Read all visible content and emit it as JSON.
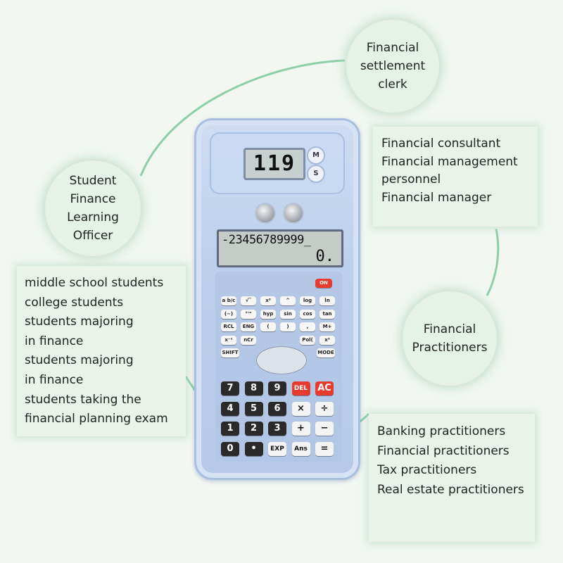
{
  "calculator": {
    "mini_display": "119",
    "mini_buttons": [
      "M",
      "S"
    ],
    "main_display_line1": "-23456789999_",
    "main_display_line2": "0.",
    "on_label": "ON",
    "small_keys": [
      [
        "a b/c",
        "√‾",
        "x²",
        "^",
        "log",
        "ln"
      ],
      [
        "(−)",
        "°'\"",
        "hyp",
        "sin",
        "cos",
        "tan"
      ],
      [
        "RCL",
        "ENG",
        "(",
        ")",
        ",",
        "M+"
      ],
      [
        "x⁻¹",
        "nCr",
        "",
        "",
        "Pol(",
        "x³"
      ],
      [
        "SHIFT",
        "",
        "",
        "",
        "",
        "MODE"
      ]
    ],
    "big_keys": [
      [
        "7",
        "8",
        "9",
        "DEL",
        "AC"
      ],
      [
        "4",
        "5",
        "6",
        "×",
        "÷"
      ],
      [
        "1",
        "2",
        "3",
        "+",
        "−"
      ],
      [
        "0",
        "•",
        "EXP",
        "Ans",
        "="
      ]
    ]
  },
  "labels": {
    "top_circle": [
      "Financial",
      "settlement",
      "clerk"
    ],
    "left_circle": [
      "Student",
      "Finance",
      "Learning",
      "Officer"
    ],
    "right_circle": [
      "Financial",
      "Practitioners"
    ],
    "top_right_box": [
      "Financial consultant",
      "Financial management",
      "personnel",
      "Financial manager"
    ],
    "left_box": [
      "middle school students",
      "college students",
      "students majoring",
      "in finance",
      "students majoring",
      "in finance",
      "students taking the",
      "financial planning exam"
    ],
    "bottom_right_box": [
      "Banking practitioners",
      "Financial practitioners",
      "Tax practitioners",
      "Real estate practitioners"
    ]
  },
  "colors": {
    "background": "#f2f7f2",
    "accent_green": "#8fcfa8",
    "calculator_body": "#bcd0ec",
    "dark_key": "#2a2a2a",
    "red_key": "#e83a2e"
  }
}
